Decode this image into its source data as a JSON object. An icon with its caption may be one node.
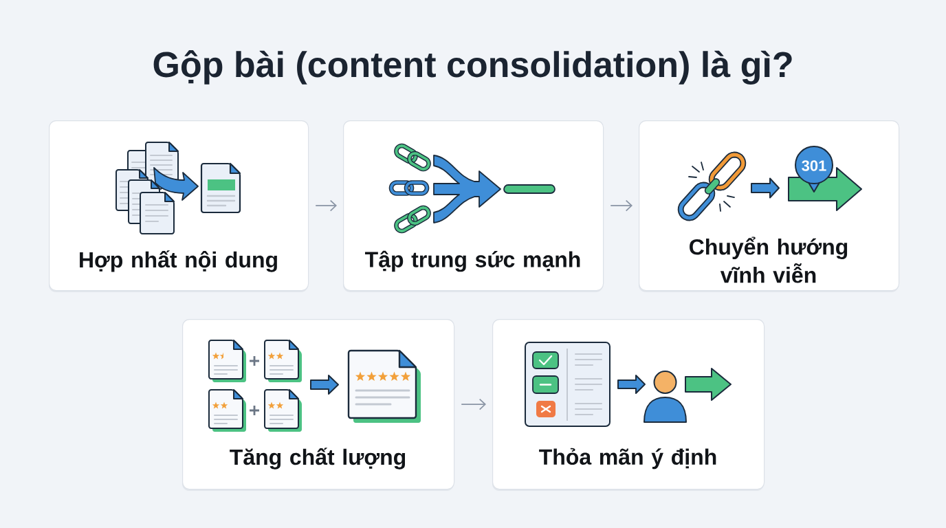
{
  "diagram": {
    "title": "Gộp bài (content consolidation) là gì?",
    "nodes": [
      {
        "text": [
          "Hợp nhất nội dung"
        ]
      },
      {
        "text": [
          "Tập trung sức mạnh"
        ]
      },
      {
        "text": [
          "Chuyển hướng vĩnh viễn"
        ]
      },
      {
        "text": [
          "Tăng chất lượng"
        ]
      },
      {
        "text": [
          "Thỏa mãn ý định"
        ]
      }
    ],
    "edges": [
      {
        "from": 0,
        "to": 1,
        "arrow": "to"
      },
      {
        "from": 1,
        "to": 2,
        "arrow": "to"
      },
      {
        "from": 3,
        "to": 4,
        "arrow": "to"
      }
    ],
    "labels": [
      "301"
    ]
  }
}
